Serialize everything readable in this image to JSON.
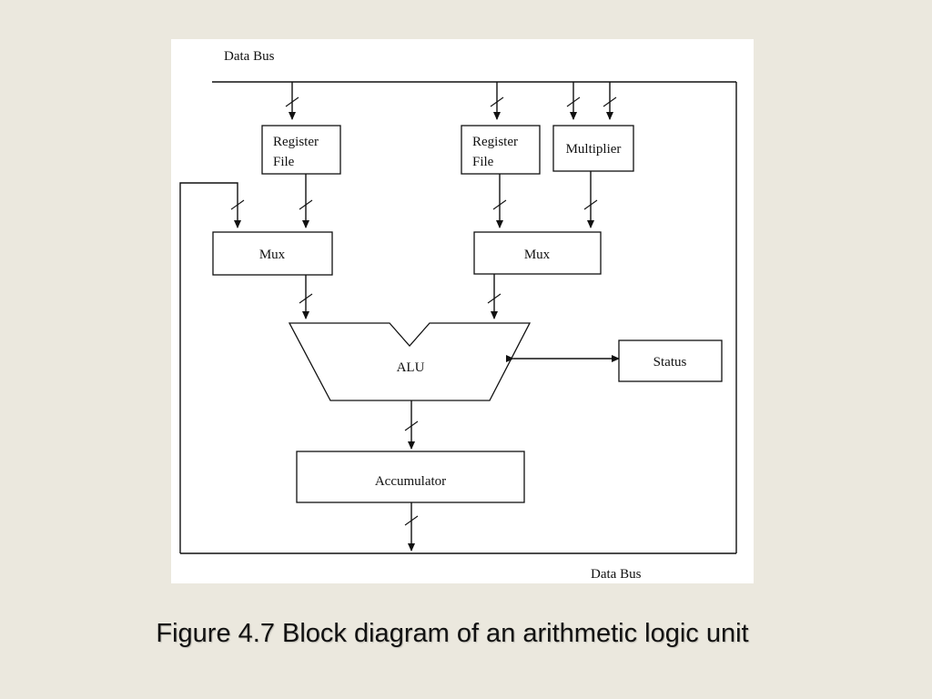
{
  "caption": "Figure 4.7 Block diagram of an arithmetic logic unit",
  "diagram": {
    "data_bus_top": "Data Bus",
    "data_bus_bottom": "Data Bus",
    "register_file_left": [
      "Register",
      "File"
    ],
    "register_file_right": [
      "Register",
      "File"
    ],
    "multiplier": "Multiplier",
    "mux_left": "Mux",
    "mux_right": "Mux",
    "alu": "ALU",
    "status": "Status",
    "accumulator": "Accumulator"
  },
  "colors": {
    "background": "#ebe8de",
    "panel": "#ffffff",
    "ink": "#111111"
  }
}
